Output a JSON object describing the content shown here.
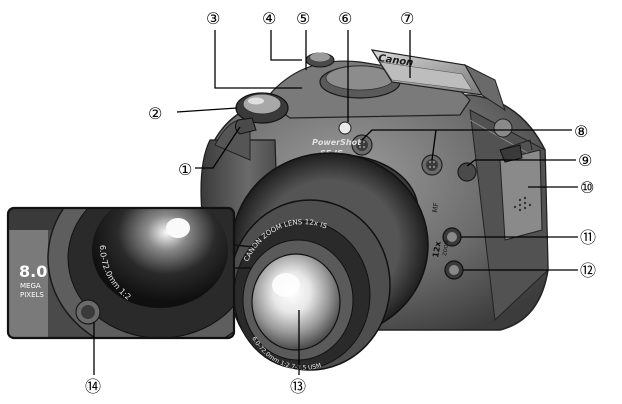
{
  "callouts": [
    {
      "n": "1",
      "glyph": "①"
    },
    {
      "n": "2",
      "glyph": "②"
    },
    {
      "n": "3",
      "glyph": "③"
    },
    {
      "n": "4",
      "glyph": "④"
    },
    {
      "n": "5",
      "glyph": "⑤"
    },
    {
      "n": "6",
      "glyph": "⑥"
    },
    {
      "n": "7",
      "glyph": "⑦"
    },
    {
      "n": "8",
      "glyph": "⑧"
    },
    {
      "n": "9",
      "glyph": "⑨"
    },
    {
      "n": "10",
      "glyph": "⑩"
    },
    {
      "n": "11",
      "glyph": "⑪"
    },
    {
      "n": "12",
      "glyph": "⑫"
    },
    {
      "n": "13",
      "glyph": "⑬"
    },
    {
      "n": "14",
      "glyph": "⑭"
    }
  ],
  "camera": {
    "brand": "Canon",
    "model_line1": "PowerShot",
    "model_line2": "S5 IS",
    "lens_ring_text": "CANON ZOOM LENS 12x IS",
    "lens_spec_text": "6.0-72.0mm 1:2.7-3.5 USM",
    "zoom_badge_1": "12x",
    "zoom_badge_2": "ZOOM",
    "mf_label": "MF"
  },
  "inset": {
    "megapixel_value": "8.0",
    "megapixel_line1": "MEGA",
    "megapixel_line2": "PIXELS",
    "lens_arc_text": "6.0-72.0mm  1:2"
  }
}
